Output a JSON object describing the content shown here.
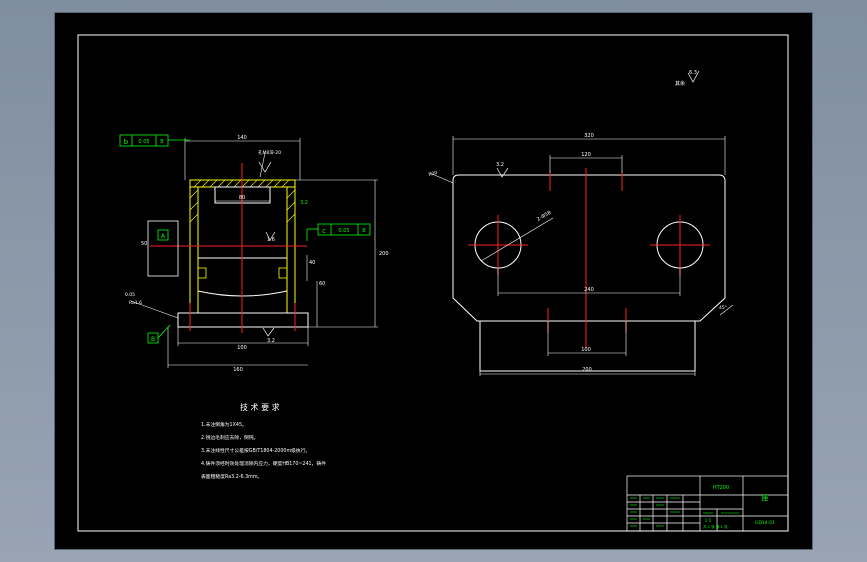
{
  "colors": {
    "background": "#000000",
    "outline": "#ffffff",
    "centerline": "#ff2020",
    "section": "#ffff00",
    "dimension": "#ffffff",
    "callout": "#00ff00"
  },
  "drawing": {
    "roughness_symbol": "6.3",
    "roughness_note": "其余",
    "left_view": {
      "dim_top": "140",
      "dim_mid": "80",
      "dim_bottom_inner": "100",
      "dim_bottom_outer": "160",
      "dim_right_height": "200",
      "dim_right_mid": "40",
      "dim_right_low": "60",
      "dim_left_side": "50",
      "chamfer_label": "孔M8深-20",
      "roughness_a": "1.6",
      "roughness_b": "3.2",
      "roughness_c": "3.2",
      "datum_b": "b",
      "datum_b_text": "0.05",
      "datum_b_ref": "B",
      "datum_c": "c",
      "datum_c_text": "0.05",
      "datum_c_ref": "B",
      "datum_a": "A",
      "datum_bottom": "B",
      "side_note": "0.05",
      "small_note": "Ra1.6"
    },
    "right_view": {
      "dim_top": "320",
      "dim_slot_top": "120",
      "dim_mid": "240",
      "dim_slot_bottom": "100",
      "dim_bottom": "200",
      "hole_label": "2-Φ58",
      "corner_label": "R20",
      "chamfer_label": "45°",
      "roughness": "3.2"
    }
  },
  "tech": {
    "title": "技 术 要 求",
    "items": [
      "1.未注倒角为1X45。",
      "2.锐边毛刺应去除，倒钝。",
      "3.未注线性尺寸公差按GB/T1804-2000m级执行。",
      "4.铸件须经时效处理消除内应力，硬度HB170~241，铸件",
      "表面粗糙度Ra3.2-6.3mm。"
    ]
  },
  "title_block": {
    "material": "HT200",
    "part_name": "座",
    "drawing_no": "GD14-01",
    "scale_label": "1:1",
    "sheet_label": "共 1 张 第 1 张"
  }
}
